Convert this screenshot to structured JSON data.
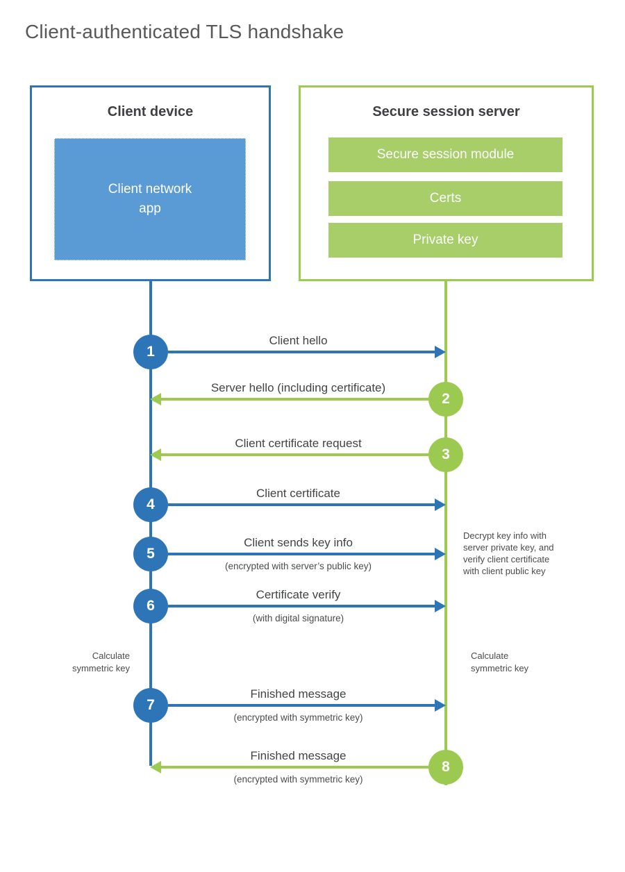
{
  "title": "Client-authenticated TLS handshake",
  "colors": {
    "blue_stroke": "#2e75b8",
    "blue_fill": "#5b9bd5",
    "green_stroke": "#9dca50",
    "green_fill": "#a7ce68",
    "title_gray": "#57585a",
    "text_dark": "#3f4043"
  },
  "client": {
    "title": "Client device",
    "app_label": "Client network\napp"
  },
  "server": {
    "title": "Secure session server",
    "modules": [
      "Secure session module",
      "Certs",
      "Private key"
    ]
  },
  "steps": [
    {
      "num": "1",
      "label": "Client hello",
      "sub": "",
      "direction": "client-to-server",
      "color": "blue"
    },
    {
      "num": "2",
      "label": "Server hello (including certificate)",
      "sub": "",
      "direction": "server-to-client",
      "color": "green"
    },
    {
      "num": "3",
      "label": "Client certificate request",
      "sub": "",
      "direction": "server-to-client",
      "color": "green"
    },
    {
      "num": "4",
      "label": "Client certificate",
      "sub": "",
      "direction": "client-to-server",
      "color": "blue"
    },
    {
      "num": "5",
      "label": "Client sends key info",
      "sub": "(encrypted with server’s public key)",
      "direction": "client-to-server",
      "color": "blue"
    },
    {
      "num": "6",
      "label": "Certificate verify",
      "sub": "(with digital signature)",
      "direction": "client-to-server",
      "color": "blue"
    },
    {
      "num": "7",
      "label": "Finished message",
      "sub": "(encrypted with symmetric key)",
      "direction": "client-to-server",
      "color": "blue"
    },
    {
      "num": "8",
      "label": "Finished message",
      "sub": "(encrypted with symmetric key)",
      "direction": "server-to-client",
      "color": "green"
    }
  ],
  "notes": {
    "decrypt": "Decrypt key info with\nserver private key, and\nverify client certificate\nwith client public key",
    "calc_left": "Calculate\nsymmetric key",
    "calc_right": "Calculate\nsymmetric key"
  }
}
